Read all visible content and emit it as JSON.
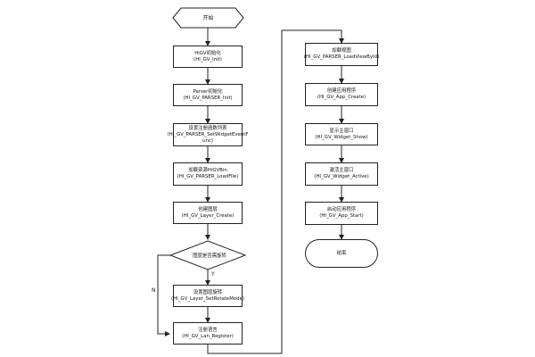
{
  "flowchart": {
    "start": "开始",
    "left_column": [
      {
        "line1": "HiGV初始化",
        "line2": "(HI_GV_Init)"
      },
      {
        "line1": "Parser初始化",
        "line2": "(HI_GV_PARSER_Init)"
      },
      {
        "line1": "设置注册函数列表",
        "line2": "(HI_GV_PARSER_SetWidgetEventF",
        "line3": "unc)"
      },
      {
        "line1": "加载资源HiGVBin",
        "line2": "(HI_GV_PARSER_LoadFile)"
      },
      {
        "line1": "创建图层",
        "line2": "(HI_GV_Layer_Create)"
      }
    ],
    "decision": "图层是否需旋转",
    "yes_label": "Y",
    "no_label": "N",
    "rotate": {
      "line1": "设置图层旋转",
      "line2": "(HI_GV_Layer_SetRotateMode)"
    },
    "register_lang": {
      "line1": "注册语言",
      "line2": "(HI_GV_Lan_Register)"
    },
    "right_column": [
      {
        "line1": "加载视图",
        "line2": "(HI_GV_PARSER_LoadViewById)"
      },
      {
        "line1": "创建应用程序",
        "line2": "(HI_GV_App_Create)"
      },
      {
        "line1": "显示主窗口",
        "line2": "(HI_GV_Widget_Show)"
      },
      {
        "line1": "激活主窗口",
        "line2": "(HI_GV_Widget_Active)"
      },
      {
        "line1": "启动应用程序",
        "line2": "(HI_GV_App_Start)"
      }
    ],
    "end": "结束"
  }
}
